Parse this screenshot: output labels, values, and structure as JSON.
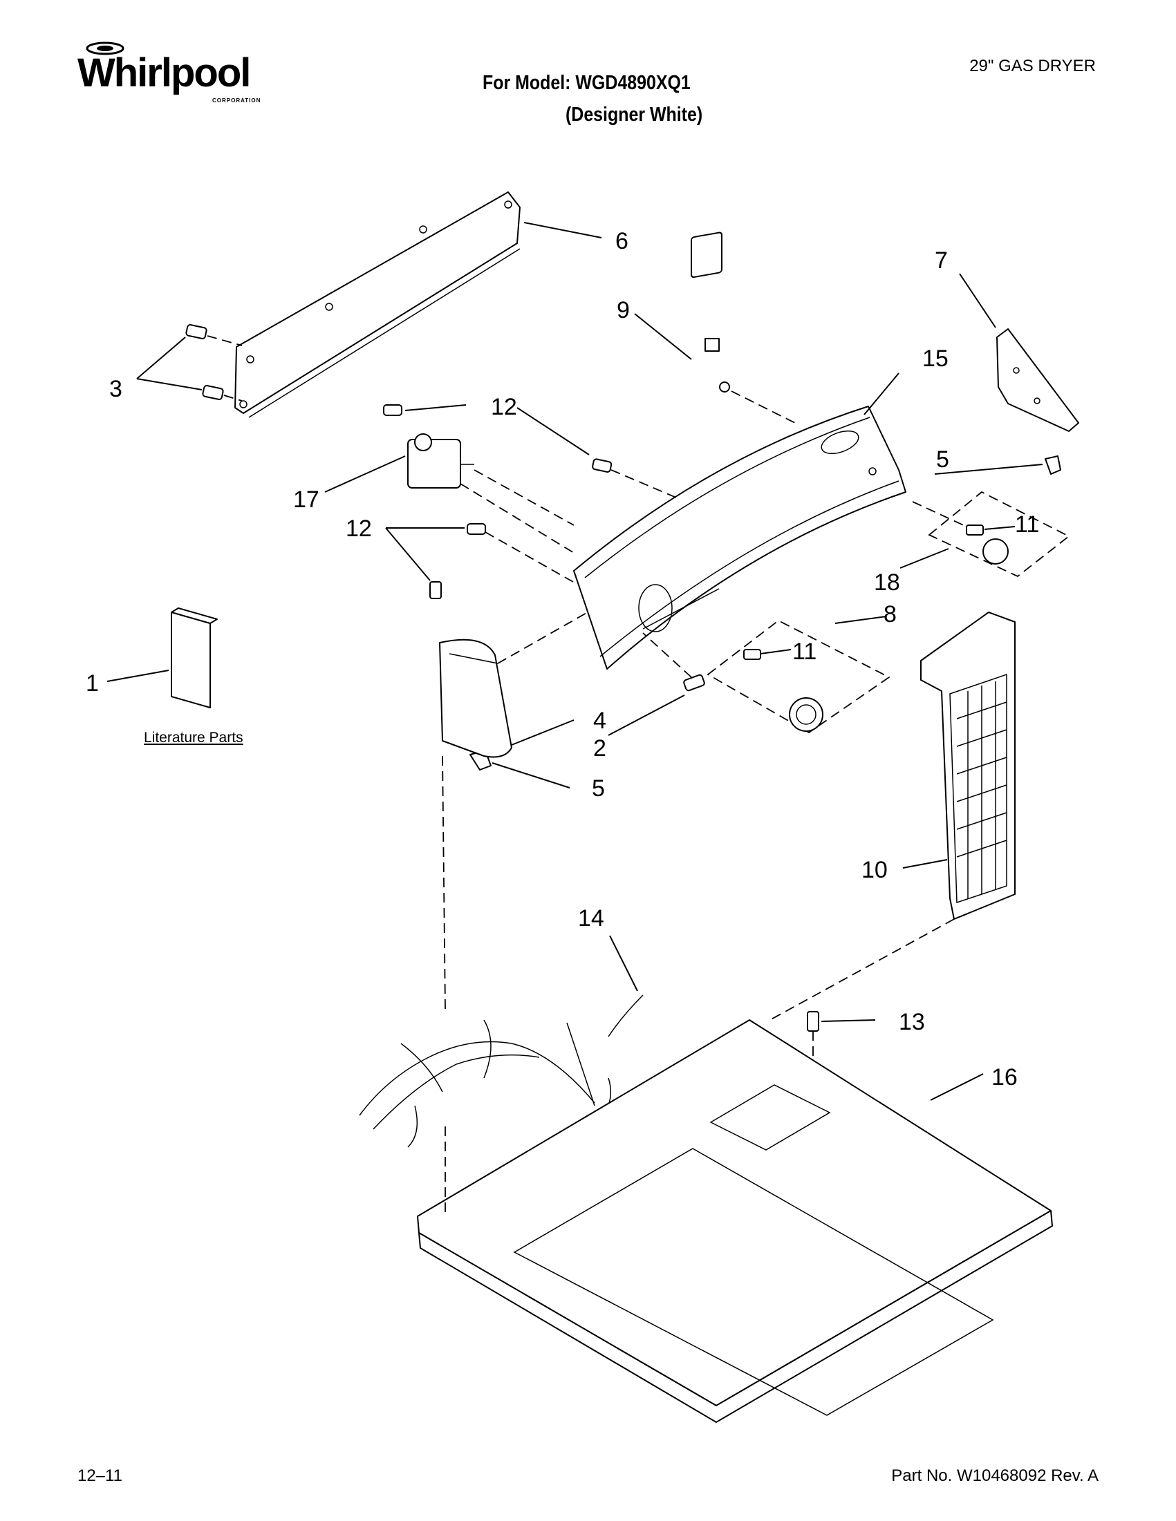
{
  "header": {
    "brand": "Whirlpool",
    "brand_sub": "CORPORATION",
    "model_line": "For Model: WGD4890XQ1",
    "color_line": "(Designer White)",
    "product_type": "29\" GAS DRYER"
  },
  "footer": {
    "date_code": "12–11",
    "part_number": "Part No. W10468092 Rev. A"
  },
  "diagram": {
    "literature_label": "Literature Parts",
    "callouts": {
      "c1": "1",
      "c2": "2",
      "c3": "3",
      "c4": "4",
      "c5a": "5",
      "c5b": "5",
      "c6": "6",
      "c7": "7",
      "c8": "8",
      "c9": "9",
      "c10": "10",
      "c11a": "11",
      "c11b": "11",
      "c12a": "12",
      "c12b": "12",
      "c13": "13",
      "c14": "14",
      "c15": "15",
      "c16": "16",
      "c17": "17",
      "c18": "18"
    }
  }
}
